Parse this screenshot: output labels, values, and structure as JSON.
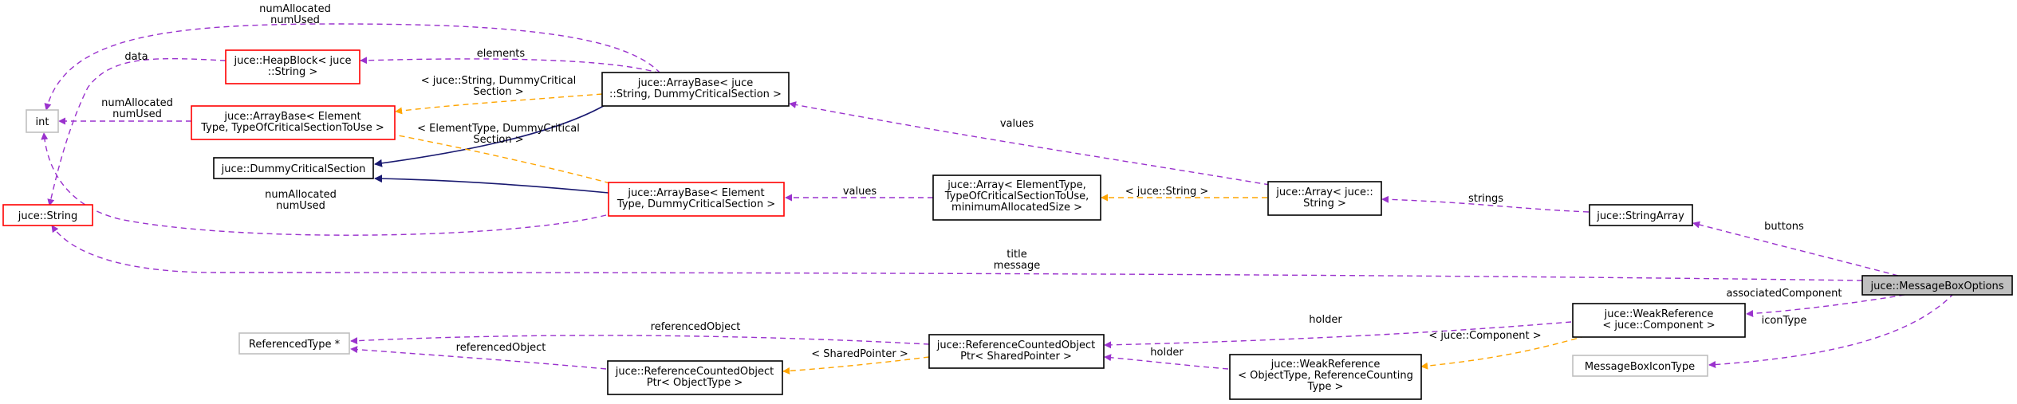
{
  "nodes": {
    "int": [
      "int"
    ],
    "juce_string": [
      "juce::String"
    ],
    "heapblock": [
      "juce::HeapBlock< juce",
      "::String >"
    ],
    "arraybase_generic": [
      "juce::ArrayBase< Element",
      "Type, TypeOfCriticalSectionToUse >"
    ],
    "dummycs": [
      "juce::DummyCriticalSection"
    ],
    "arraybase_string": [
      "juce::ArrayBase< juce",
      "::String, DummyCriticalSection >"
    ],
    "arraybase_elem": [
      "juce::ArrayBase< Element",
      "Type, DummyCriticalSection >"
    ],
    "array_generic": [
      "juce::Array< ElementType,",
      "TypeOfCriticalSectionToUse,",
      "minimumAllocatedSize >"
    ],
    "array_string": [
      "juce::Array< juce::",
      "String >"
    ],
    "stringarray": [
      "juce::StringArray"
    ],
    "messagebox": [
      "juce::MessageBoxOptions"
    ],
    "weakref_comp": [
      "juce::WeakReference",
      "< juce::Component >"
    ],
    "iconType": [
      "MessageBoxIconType"
    ],
    "referencedType": [
      "ReferencedType *"
    ],
    "rcop_shared": [
      "juce::ReferenceCountedObject",
      "Ptr< SharedPointer >"
    ],
    "rcop_object": [
      "juce::ReferenceCountedObject",
      "Ptr< ObjectType >"
    ],
    "weakref_generic": [
      "juce::WeakReference",
      "< ObjectType, ReferenceCounting",
      "Type >"
    ]
  },
  "edge_labels": {
    "numAllocated_top": [
      "numAllocated",
      "numUsed"
    ],
    "data": [
      "data"
    ],
    "numAllocated_left": [
      "numAllocated",
      "numUsed"
    ],
    "elements": [
      "elements"
    ],
    "tmpl_string_dummy": [
      "< juce::String, DummyCritical",
      "Section >"
    ],
    "tmpl_elem_dummy": [
      "< ElementType, DummyCritical",
      "Section >"
    ],
    "numAllocated_bottom": [
      "numAllocated",
      "numUsed"
    ],
    "values_upper": [
      "values"
    ],
    "values_lower": [
      "values"
    ],
    "tmpl_juce_string": [
      "< juce::String >"
    ],
    "strings": [
      "strings"
    ],
    "buttons": [
      "buttons"
    ],
    "title_message": [
      "title",
      "message"
    ],
    "associatedComponent": [
      "associatedComponent"
    ],
    "iconType": [
      "iconType"
    ],
    "holder_upper": [
      "holder"
    ],
    "holder_lower": [
      "holder"
    ],
    "tmpl_component": [
      "< juce::Component >"
    ],
    "referencedObject_upper": [
      "referencedObject"
    ],
    "referencedObject_lower": [
      "referencedObject"
    ],
    "tmpl_sharedpointer": [
      "< SharedPointer >"
    ]
  },
  "legend_colors": {
    "usage_relation": "#9a32cd",
    "template_instance": "#ffa500",
    "inheritance": "#191970",
    "documented_node_border": "#000000",
    "undocumented_node_border": "#ff0000",
    "external_node_border": "#bfbfbf",
    "focus_node_fill": "#bfbfbf"
  }
}
